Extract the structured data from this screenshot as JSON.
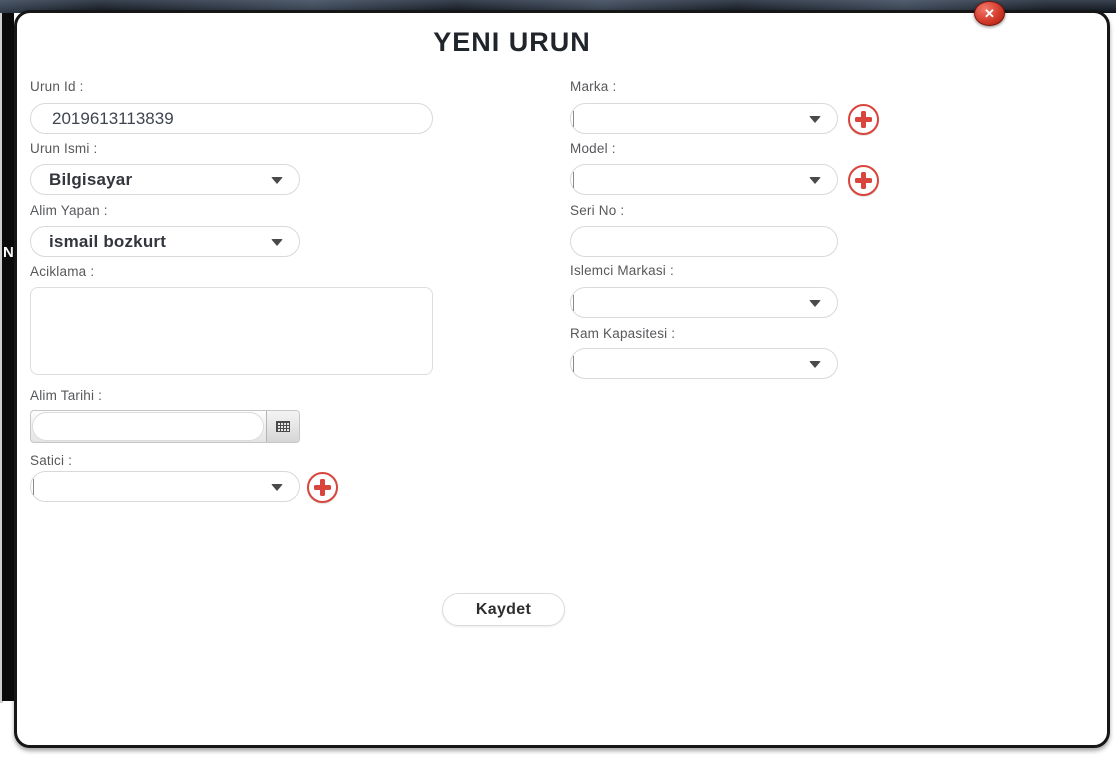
{
  "window": {
    "close_glyph": "✕"
  },
  "background": {
    "sidebar_letter": "N"
  },
  "modal": {
    "title": "YENI URUN",
    "save_button": "Kaydet",
    "fields": {
      "urun_id": {
        "label": "Urun Id :",
        "value": "2019613113839"
      },
      "urun_ismi": {
        "label": "Urun Ismi :",
        "value": "Bilgisayar"
      },
      "alim_yapan": {
        "label": "Alim Yapan :",
        "value": "ismail bozkurt"
      },
      "aciklama": {
        "label": "Aciklama :",
        "value": ""
      },
      "alim_tarihi": {
        "label": "Alim Tarihi :",
        "value": ""
      },
      "satici": {
        "label": "Satici :",
        "value": ""
      },
      "marka": {
        "label": "Marka :",
        "value": ""
      },
      "model": {
        "label": "Model :",
        "value": ""
      },
      "seri_no": {
        "label": "Seri No :",
        "value": ""
      },
      "islemci_markasi": {
        "label": "Islemci Markasi :",
        "value": ""
      },
      "ram_kapasitesi": {
        "label": "Ram Kapasitesi :",
        "value": ""
      }
    }
  },
  "colors": {
    "accent_red": "#d9453c",
    "close_red": "#c6291a",
    "pill_border": "#d9d9d9",
    "title_text": "#20242b",
    "label_text": "#57585b",
    "topbar_dark": "#1b212b"
  }
}
